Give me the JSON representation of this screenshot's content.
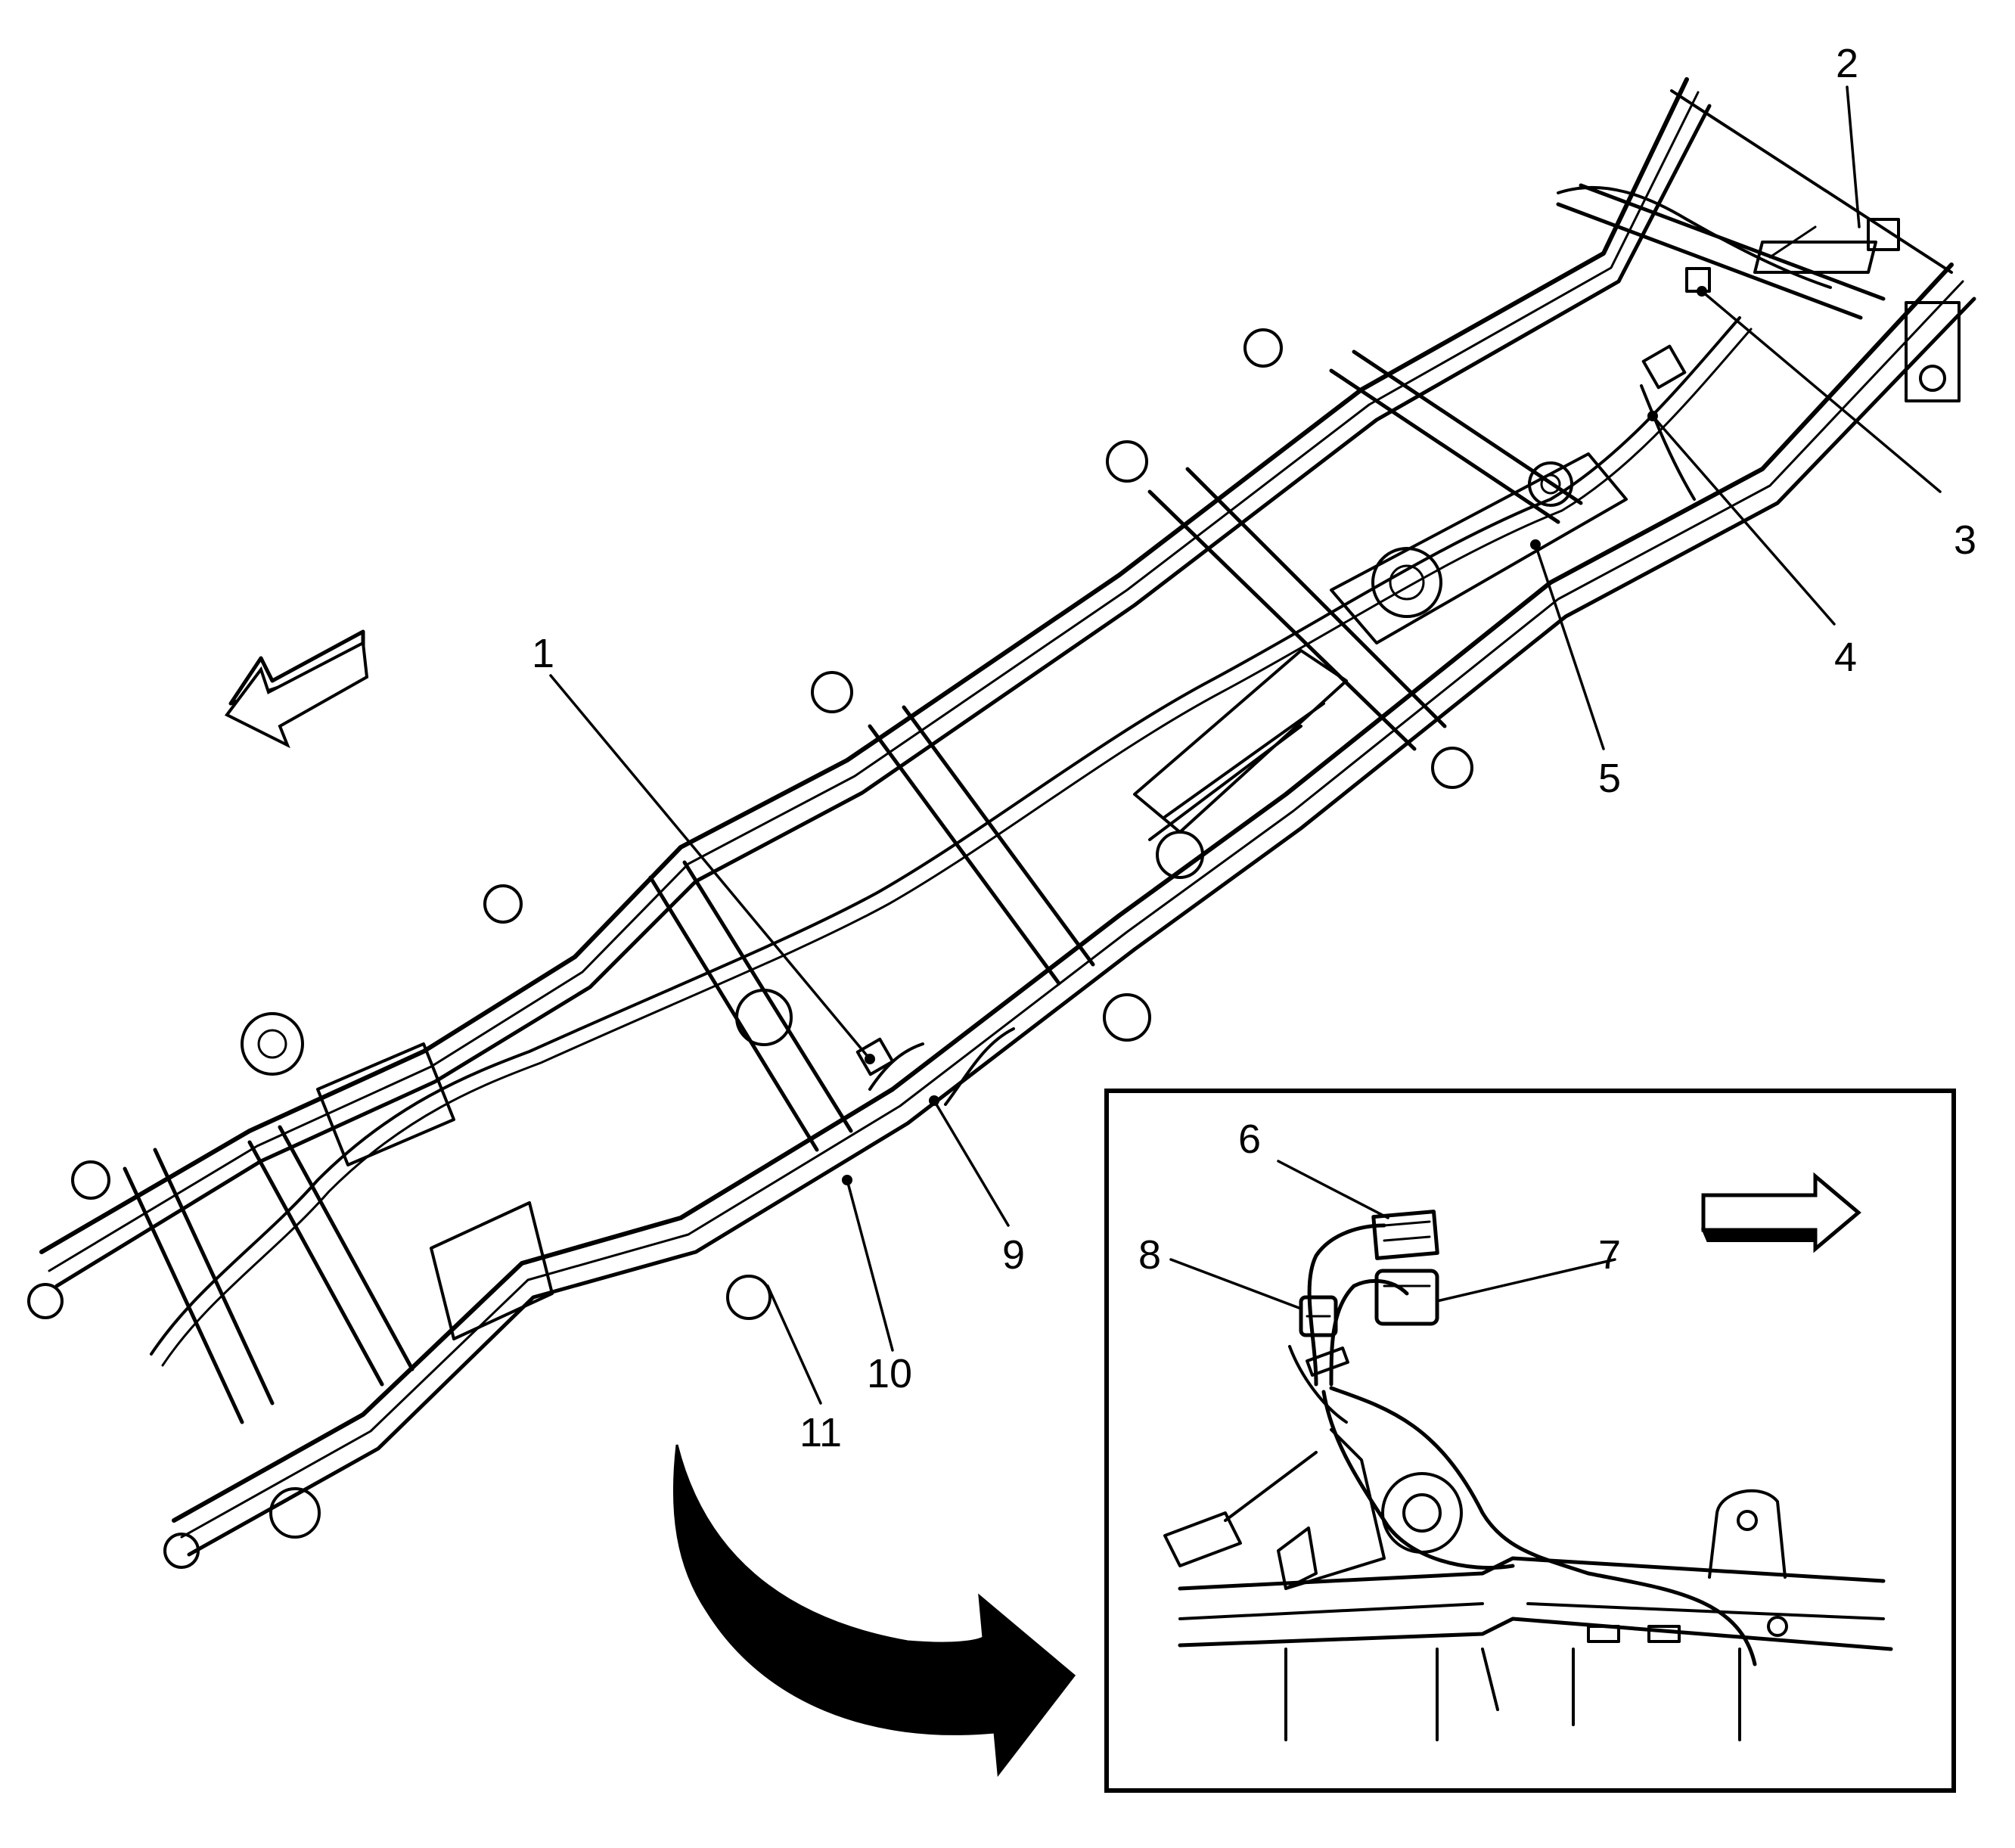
{
  "callouts": [
    {
      "id": "1",
      "label": "1"
    },
    {
      "id": "2",
      "label": "2"
    },
    {
      "id": "3",
      "label": "3"
    },
    {
      "id": "4",
      "label": "4"
    },
    {
      "id": "5",
      "label": "5"
    },
    {
      "id": "6",
      "label": "6"
    },
    {
      "id": "7",
      "label": "7"
    },
    {
      "id": "8",
      "label": "8"
    },
    {
      "id": "9",
      "label": "9"
    },
    {
      "id": "10",
      "label": "10"
    },
    {
      "id": "11",
      "label": "11"
    }
  ],
  "icons": {
    "forward_arrow": "front-direction-arrow-icon",
    "inset_arrow": "inset-direction-arrow-icon",
    "detail_arrow": "curved-detail-arrow-icon"
  }
}
